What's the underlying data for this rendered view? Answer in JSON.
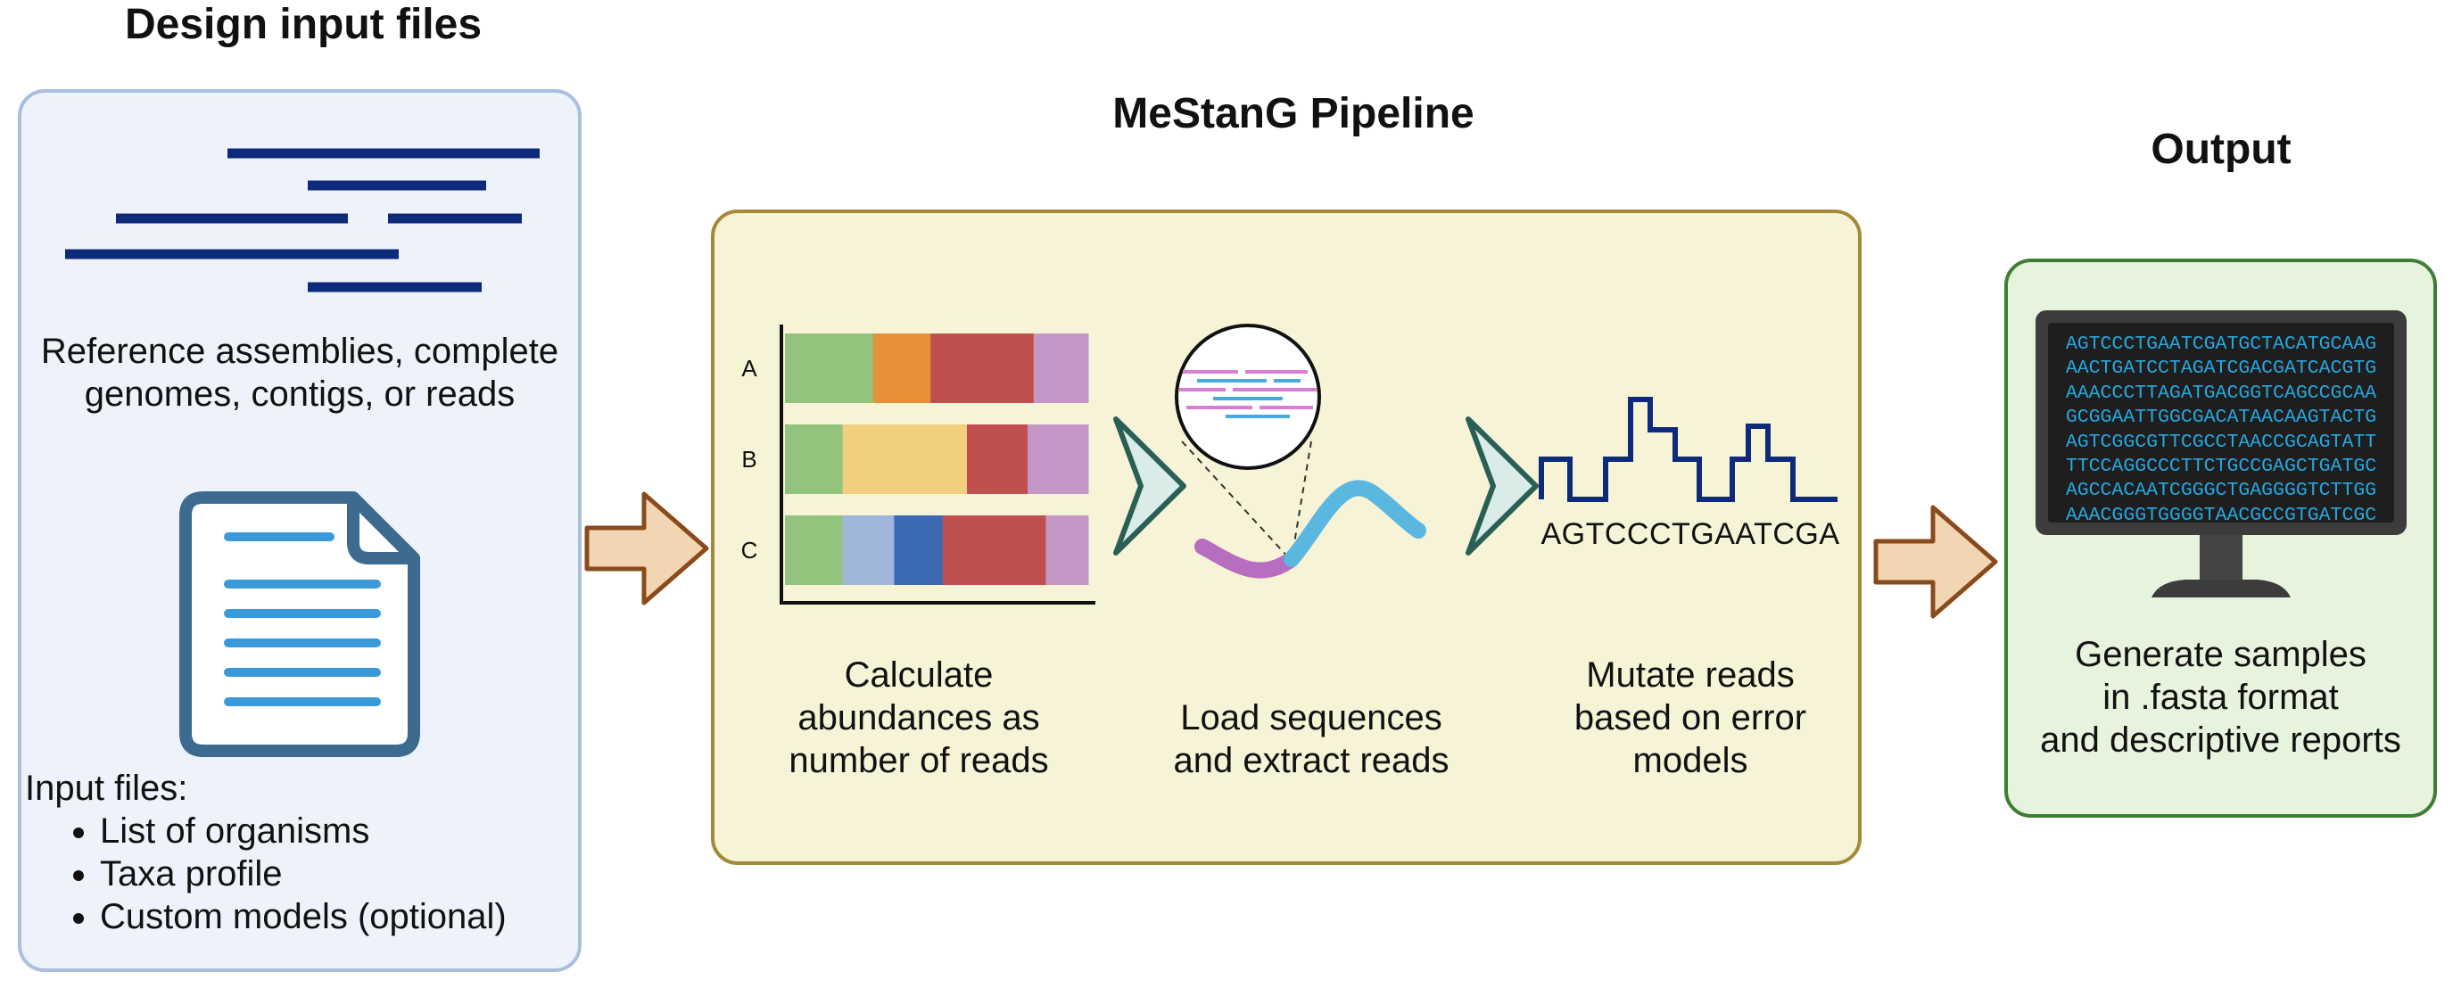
{
  "sections": {
    "input": {
      "title": "Design input files",
      "references_text_1": "Reference assemblies, complete",
      "references_text_2": "genomes, contigs, or reads",
      "input_files_heading": "Input files:",
      "input_files_items": [
        "List of organisms",
        "Taxa profile",
        "Custom models (optional)"
      ]
    },
    "pipeline": {
      "title": "MeStanG Pipeline",
      "steps": [
        {
          "caption_lines": [
            "Calculate",
            "abundances as",
            "number of reads"
          ]
        },
        {
          "caption_lines": [
            "Load sequences",
            "and extract reads"
          ]
        },
        {
          "caption_lines": [
            "Mutate reads",
            "based on error",
            "models"
          ]
        }
      ],
      "sequence_label": "AGTCCCTGAATCGA"
    },
    "output": {
      "title": "Output",
      "caption_lines": [
        "Generate samples",
        "in .fasta format",
        "and descriptive reports"
      ],
      "monitor_lines": [
        "AGTCCCTGAATCGATGCTACATGCAAG",
        "AACTGATCCTAGATCGACGATCACGTG",
        "AAACCCTTAGATGACGGTCAGCCGCAA",
        "GCGGAATTGGCGACATAACAAGTACTG",
        "AGTCGGCGTTCGCCTAACCGCAGTATT",
        "TTCCAGGCCCTTCTGCCGAGCTGATGC",
        "AGCCACAATCGGGCTGAGGGGTCTTGG",
        "AAACGGGTGGGGTAACGCCGTGATCGC"
      ]
    }
  },
  "chart_data": {
    "type": "bar",
    "orientation": "horizontal-stacked",
    "categories": [
      "A",
      "B",
      "C"
    ],
    "segment_colors": [
      [
        "#93c47d",
        "#e69138",
        "#c0504d",
        "#c497c7"
      ],
      [
        "#93c47d",
        "#f1cf7f",
        "#c0504d",
        "#c497c7"
      ],
      [
        "#93c47d",
        "#9fb5d9",
        "#3d6bb3",
        "#c0504d",
        "#c497c7"
      ]
    ],
    "values": [
      [
        0.29,
        0.19,
        0.34,
        0.18
      ],
      [
        0.19,
        0.41,
        0.2,
        0.2
      ],
      [
        0.19,
        0.17,
        0.16,
        0.34,
        0.14
      ]
    ]
  },
  "colors": {
    "input_panel_fill": "#eef3fb",
    "input_panel_border": "#a9bfe0",
    "pipeline_panel_fill": "#f6f3d6",
    "pipeline_panel_border": "#a38a37",
    "output_panel_fill": "#e6f4dd",
    "output_panel_border": "#3f7d34",
    "navy": "#0e2a7a",
    "document": "#3d6b8f",
    "doc_lines": "#3a9ad9",
    "arrow_fill": "#f2d5b3",
    "arrow_stroke": "#8a4b1c",
    "chevron_fill": "#d9ece7",
    "chevron_stroke": "#2a5f55",
    "monitor_screen": "#1e1e1e",
    "monitor_text": "#27a8e0"
  }
}
